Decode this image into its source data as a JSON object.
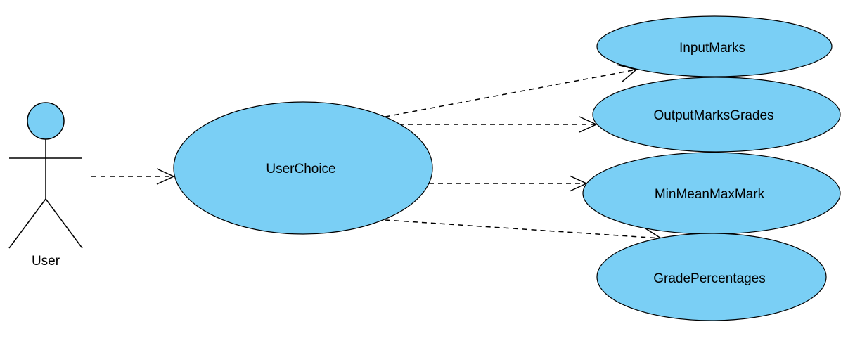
{
  "actor": {
    "name": "User"
  },
  "use_cases": {
    "user_choice": "UserChoice",
    "input_marks": "InputMarks",
    "output_marks_grades": "OutputMarksGrades",
    "min_mean_max_mark": "MinMeanMaxMark",
    "grade_percentages": "GradePercentages"
  },
  "colors": {
    "use_case_fill": "#7acff5",
    "outline": "#000000",
    "background": "#ffffff"
  }
}
